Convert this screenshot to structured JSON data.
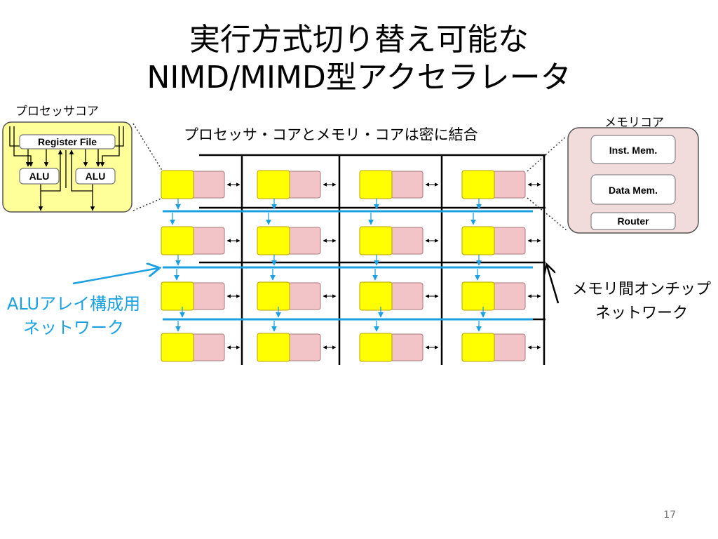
{
  "slide": {
    "title_line1": "実行方式切り替え可能な",
    "title_line2": "NIMD/MIMD型アクセラレータ",
    "subtitle": "プロセッサ・コアとメモリ・コアは密に結合",
    "processor_core": {
      "label": "プロセッサコア",
      "register_file": "Register File",
      "alu_left": "ALU",
      "alu_right": "ALU"
    },
    "memory_core": {
      "label": "メモリコア",
      "inst_mem": "Inst. Mem.",
      "data_mem": "Data Mem.",
      "router": "Router"
    },
    "alu_network": {
      "line1": "ALUアレイ構成用",
      "line2": "ネットワーク"
    },
    "memory_network": {
      "line1": "メモリ間オンチップ",
      "line2": "ネットワーク"
    },
    "page_number": "17"
  },
  "colors": {
    "processor_fill": "#ffff00",
    "memory_fill": "#f2c4c8",
    "alu_network": "#1ba1e2",
    "proc_core_bg": "#ffff99",
    "mem_core_bg": "#f2dcdb"
  },
  "grid": {
    "rows": 4,
    "cols": 4
  }
}
